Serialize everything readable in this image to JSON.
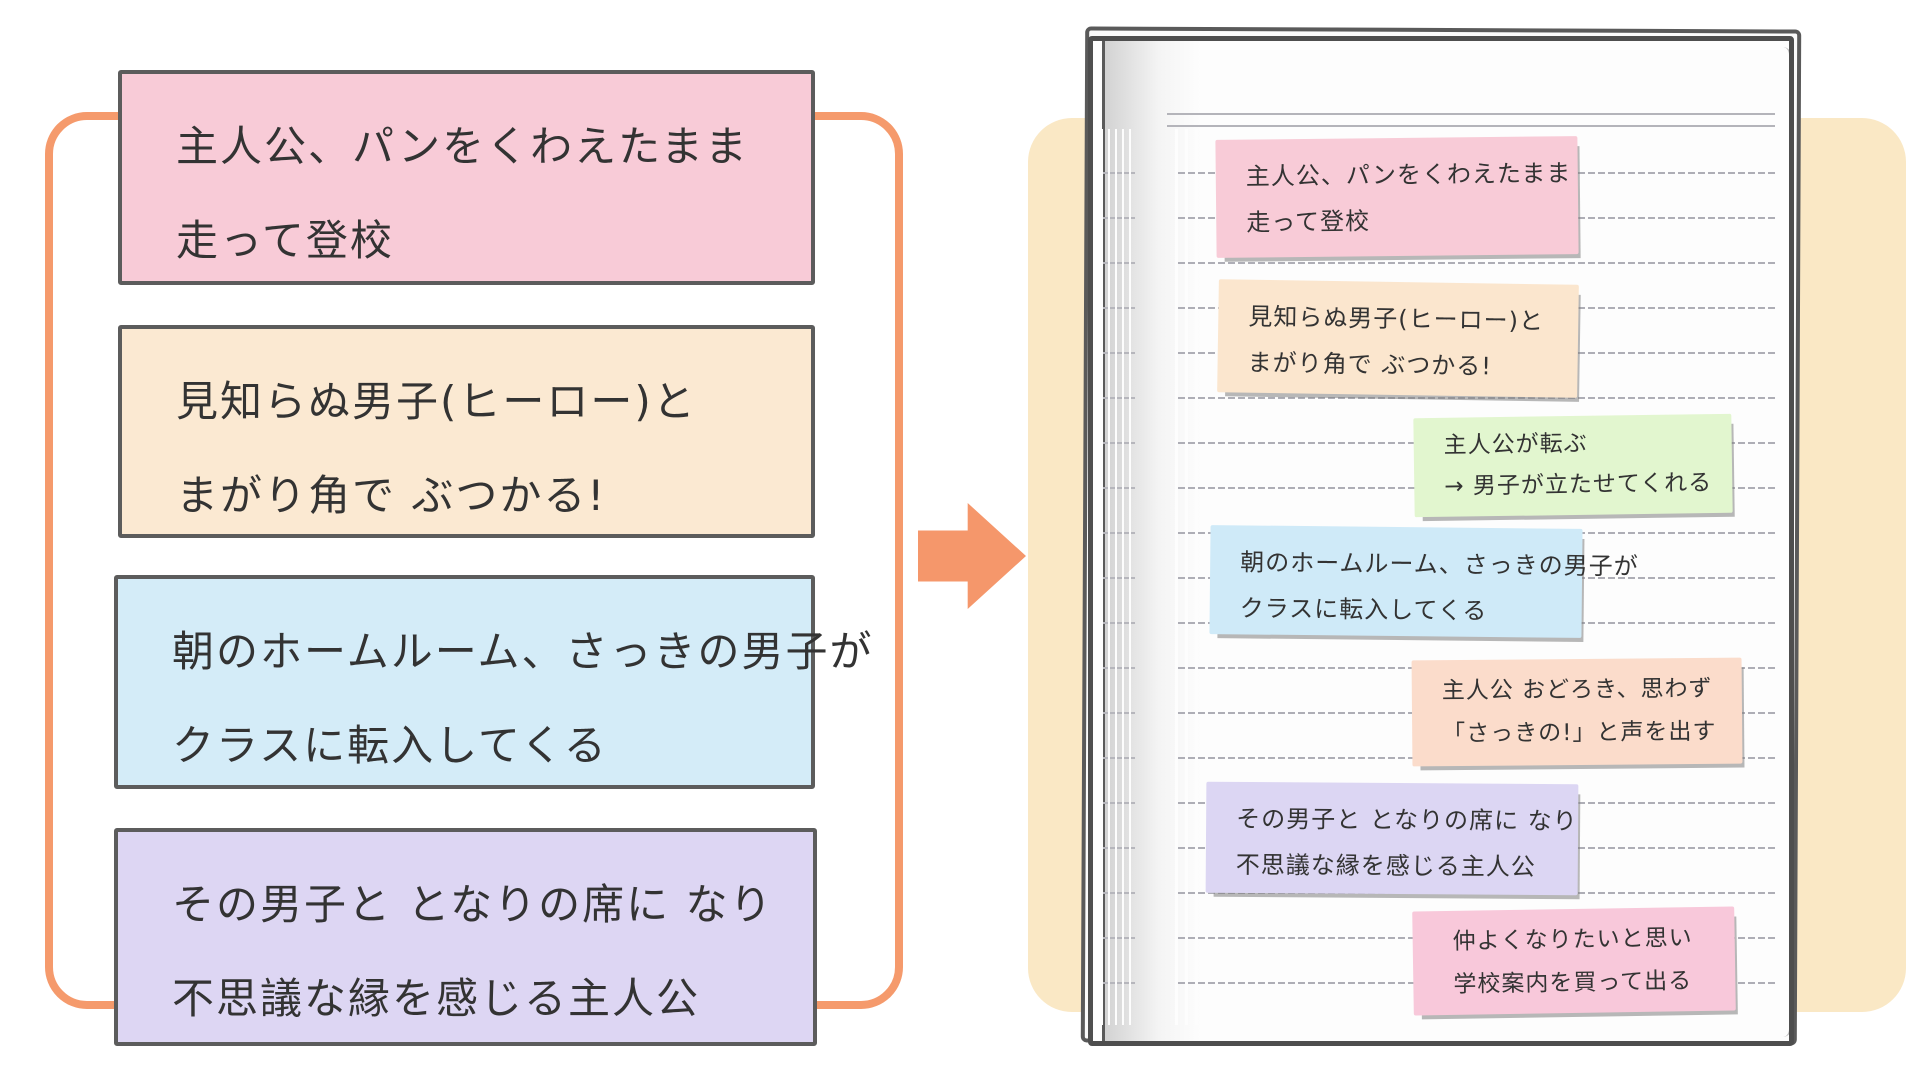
{
  "left_panel": {
    "frame_color": "#F59A6C",
    "notes": [
      {
        "name": "plot-note-bread-run",
        "bg": "#F8CBD7",
        "lines": [
          "主人公、パンをくわえたまま",
          "走って登校"
        ]
      },
      {
        "name": "plot-note-bump-corner",
        "bg": "#FBE9D2",
        "lines": [
          "見知らぬ男子(ヒーロー)と",
          "まがり角で ぶつかる!"
        ]
      },
      {
        "name": "plot-note-homeroom-transfer",
        "bg": "#D4ECF8",
        "lines": [
          "朝のホームルーム、さっきの男子が",
          "クラスに転入してくる"
        ]
      },
      {
        "name": "plot-note-next-seat",
        "bg": "#DDD6F3",
        "lines": [
          "その男子と となりの席に なり",
          "不思議な縁を感じる主人公"
        ]
      }
    ]
  },
  "arrow": {
    "color": "#F5976B"
  },
  "notebook_panel": {
    "background_color": "#FAE8C5",
    "notes": [
      {
        "name": "page-note-bread-run",
        "bg": "#F8CBD7",
        "lines": [
          "主人公、パンをくわえたまま",
          "走って登校"
        ]
      },
      {
        "name": "page-note-bump-corner",
        "bg": "#FBE6CE",
        "lines": [
          "見知らぬ男子(ヒーロー)と",
          "まがり角で ぶつかる!"
        ]
      },
      {
        "name": "page-note-falls-helped-up",
        "bg": "#E2F6CF",
        "lines": [
          "主人公が転ぶ",
          "→ 男子が立たせてくれる"
        ]
      },
      {
        "name": "page-note-homeroom-transfer",
        "bg": "#CFEAF8",
        "lines": [
          "朝のホームルーム、さっきの男子が",
          "クラスに転入してくる"
        ]
      },
      {
        "name": "page-note-surprised-shout",
        "bg": "#FBDCCB",
        "lines": [
          "主人公 おどろき、思わず",
          "「さっきの!」と声を出す"
        ]
      },
      {
        "name": "page-note-next-seat",
        "bg": "#DCD6F3",
        "lines": [
          "その男子と となりの席に なり",
          "不思議な縁を感じる主人公"
        ]
      },
      {
        "name": "page-note-school-tour",
        "bg": "#F8C8DA",
        "lines": [
          "仲よくなりたいと思い",
          "学校案内を買って出る"
        ]
      }
    ]
  }
}
